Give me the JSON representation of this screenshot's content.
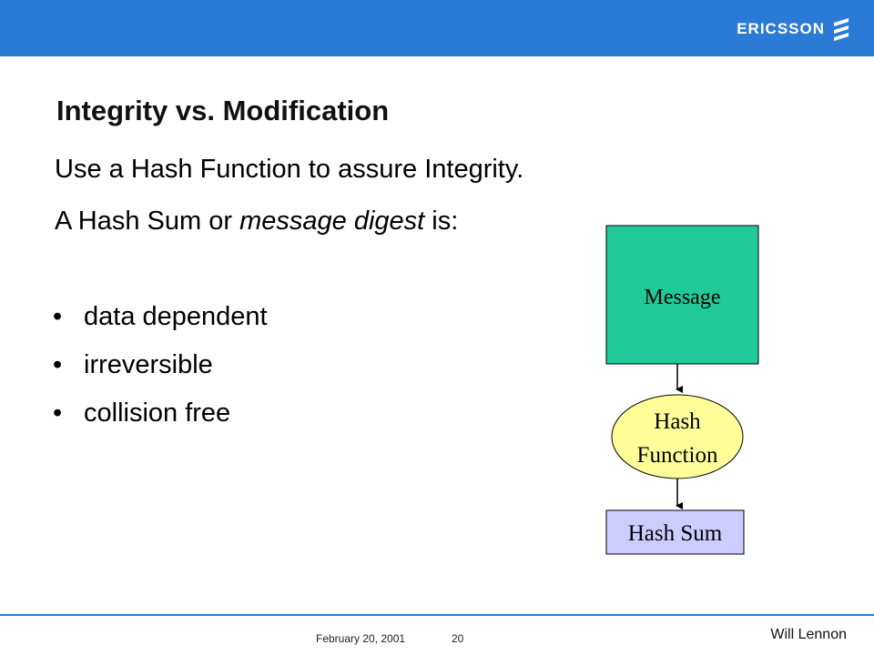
{
  "header": {
    "brand": "ERICSSON",
    "bar_color": "#2b7bd6",
    "logo_icon": "ericsson-stripes-icon"
  },
  "slide": {
    "title": "Integrity vs. Modification",
    "line1": "Use a Hash Function to assure Integrity.",
    "line2_prefix": "A Hash Sum or ",
    "line2_italic": "message digest",
    "line2_suffix": " is:",
    "bullet_char": "•",
    "bullets": [
      "data dependent",
      "irreversible",
      "collision free"
    ]
  },
  "diagram": {
    "message_label": "Message",
    "hash_line1": "Hash",
    "hash_line2": "Function",
    "sum_label": "Hash Sum",
    "colors": {
      "message": "#20c997",
      "hash_function": "#ffff99",
      "hash_sum": "#ccccff"
    }
  },
  "footer": {
    "date": "February 20, 2001",
    "page": "20",
    "author": "Will Lennon"
  }
}
